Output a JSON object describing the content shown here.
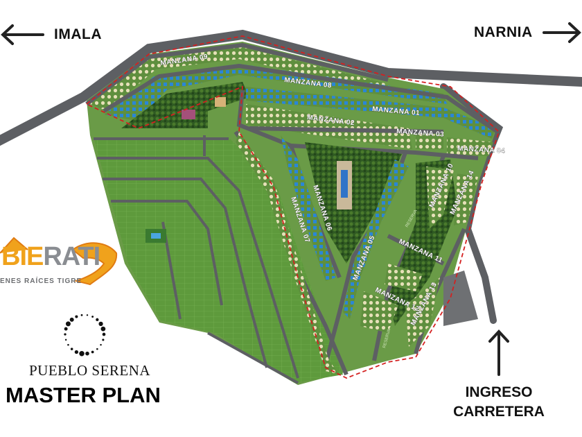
{
  "directions": {
    "left": "IMALA",
    "right": "NARNIA",
    "entrance_line1": "INGRESO",
    "entrance_line2": "CARRETERA"
  },
  "brand": {
    "name_highlight": "BIE",
    "name_rest": "RATI",
    "tagline": "ENES RAÍCES TIGRE"
  },
  "project": {
    "name": "PUEBLO SERENA",
    "title": "MASTER PLAN"
  },
  "blocks": [
    "MANZANA 09",
    "MANZANA 08",
    "MANZANA 01",
    "MANZANA 02",
    "MANZANA 03",
    "MANZANA 04",
    "MANZANA 06",
    "MANZANA 07",
    "MANZANA 05",
    "MANZANA 10",
    "MANZANA 14",
    "MANZANA 11",
    "MANZANA 12",
    "MANZANA 13"
  ],
  "reserve_label": "RESERVA",
  "colors": {
    "road": "#5d5f63",
    "lot_green": "#5f8f3e",
    "forest": "#2f5a22",
    "boundary": "#d42020",
    "lot_blue": "#2a86d6",
    "accent": "#f0a21c"
  }
}
